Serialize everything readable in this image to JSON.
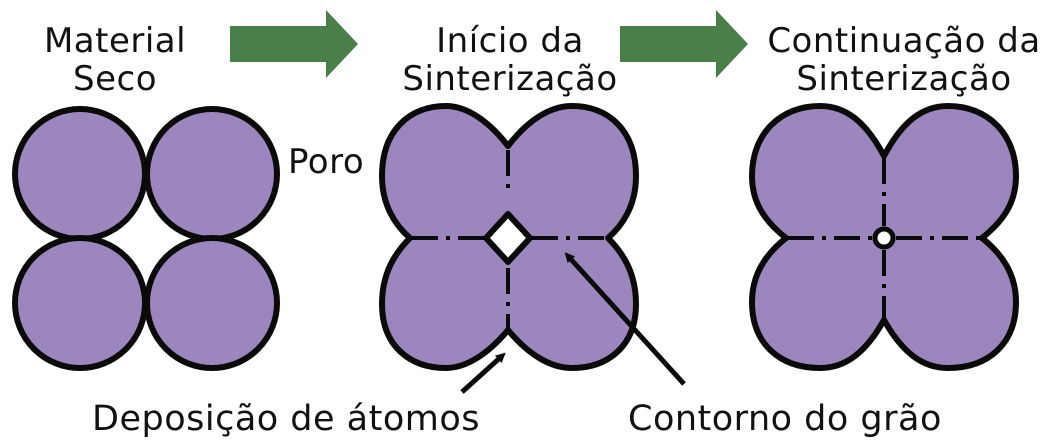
{
  "stages": [
    {
      "title_line1": "Material",
      "title_line2": "Seco"
    },
    {
      "title_line1": "Início da",
      "title_line2": "Sinterização"
    },
    {
      "title_line1": "Continuação da",
      "title_line2": "Sinterização"
    }
  ],
  "labels": {
    "pore": "Poro",
    "atom_deposition": "Deposição de átomos",
    "grain_boundary": "Contorno do grão"
  },
  "colors": {
    "particle_fill": "#9b87bd",
    "outline": "#0a0a0a",
    "arrow_green": "#4a7e4a",
    "background": "#ffffff"
  },
  "icons": {
    "stage_arrow": "right-block-arrow-icon"
  }
}
